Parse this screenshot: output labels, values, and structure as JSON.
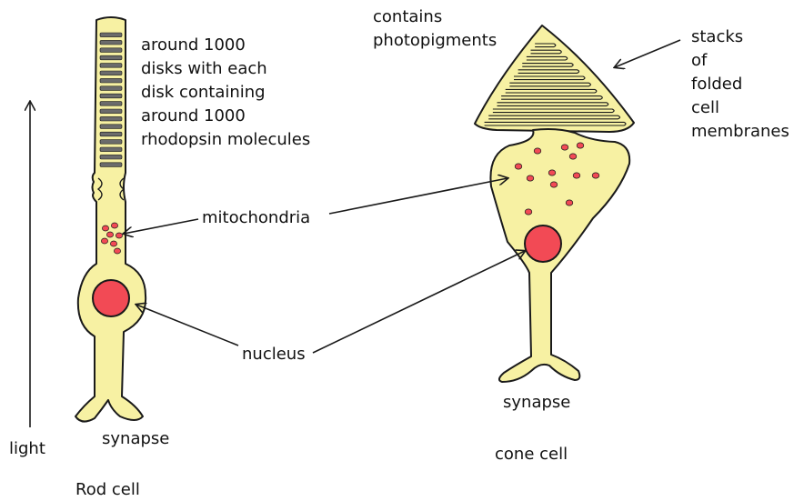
{
  "rod": {
    "description_lines": [
      "around 1000",
      "disks with each",
      "disk containing",
      "around 1000",
      "rhodopsin molecules"
    ],
    "synapse": "synapse",
    "title": "Rod cell"
  },
  "cone": {
    "pigment_lines": [
      "contains",
      "photopigments"
    ],
    "membrane_lines": [
      "stacks",
      "of",
      "folded",
      "cell",
      "membranes"
    ],
    "synapse": "synapse",
    "title": "cone cell"
  },
  "shared": {
    "mitochondria": "mitochondria",
    "nucleus": "nucleus",
    "light": "light"
  },
  "colors": {
    "cell_fill": "#f7f1a3",
    "outline": "#1a1a1a",
    "nucleus": "#f24a55",
    "mitochondria": "#f24a55",
    "disk": "#6b6b6b"
  }
}
